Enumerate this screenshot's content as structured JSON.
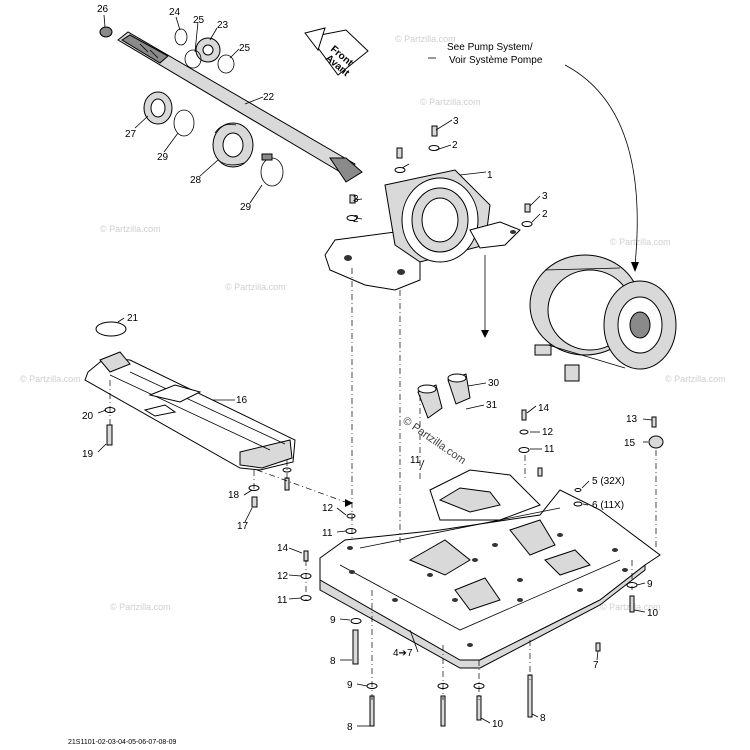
{
  "diagram": {
    "callouts": {
      "c1": "1",
      "c2a": "2",
      "c2b": "2",
      "c3a": "3",
      "c3b": "3",
      "c3c": "3",
      "c4to7": "4➔7",
      "c5": "5 (32X)",
      "c6": "6 (11X)",
      "c7": "7",
      "c8a": "8",
      "c8b": "8",
      "c8c": "8",
      "c9a": "9",
      "c9b": "9",
      "c9c": "9",
      "c10a": "10",
      "c10b": "10",
      "c11a": "11",
      "c11b": "11",
      "c11c": "11",
      "c11d": "11",
      "c12a": "12",
      "c12b": "12",
      "c12c": "12",
      "c13": "13",
      "c14a": "14",
      "c14b": "14",
      "c15": "15",
      "c16": "16",
      "c17": "17",
      "c18": "18",
      "c19": "19",
      "c20": "20",
      "c21": "21",
      "c22": "22",
      "c23": "23",
      "c24": "24",
      "c25a": "25",
      "c25b": "25",
      "c26": "26",
      "c27": "27",
      "c28": "28",
      "c29a": "29",
      "c29b": "29",
      "c30": "30",
      "c31": "31"
    },
    "front_arrow": {
      "line1": "Front",
      "line2": "Avant"
    },
    "pump_note": {
      "line1": "See Pump System/",
      "line2": "Voir Système Pompe"
    },
    "ref_code": "21S1101-02-03-04-05-06-07-08-09",
    "watermark": "© Partzilla.com"
  }
}
